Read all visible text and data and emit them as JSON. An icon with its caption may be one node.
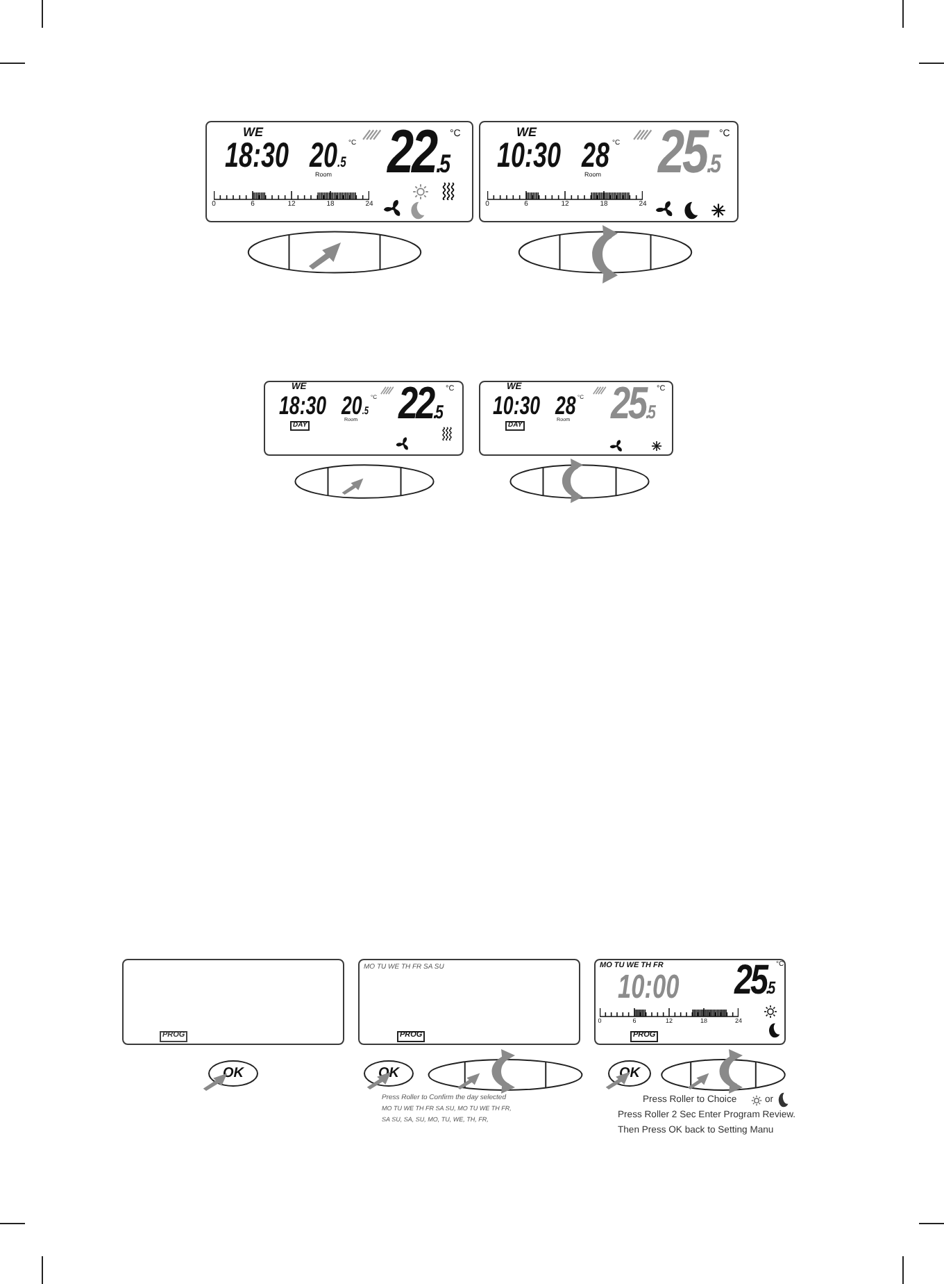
{
  "diagram": {
    "nodes": [
      {
        "text": [
          "WE",
          "18:30",
          "20$_{.5}$",
          "°C",
          "Room",
          "22$_{.5}$",
          "°C",
          "0",
          "6",
          "12",
          "18",
          "24"
        ]
      },
      {
        "text": [
          "WE",
          "10:30",
          "28",
          "°C",
          "Room",
          "25$_{.5}$",
          "°C",
          "0",
          "6",
          "12",
          "18",
          "24"
        ]
      },
      {
        "text": [],
        "shape": "ellipse"
      },
      {
        "text": [],
        "shape": "ellipse"
      },
      {
        "text": [
          "WE",
          "18:30",
          "20$_{.5}$",
          "°C",
          "Room",
          "DAY",
          "22$_{.5}$",
          "°C"
        ]
      },
      {
        "text": [
          "WE",
          "10:30",
          "28",
          "°C",
          "Room",
          "DAY",
          "25$_{.5}$",
          "°C"
        ]
      },
      {
        "text": [],
        "shape": "ellipse"
      },
      {
        "text": [],
        "shape": "ellipse"
      },
      {
        "text": [
          "PROG"
        ]
      },
      {
        "text": [
          "MO TU WE TH FR SA SU",
          "PROG"
        ]
      },
      {
        "text": [
          "MO TU WE TH FR",
          "10:00",
          "25$_{.5}$",
          "°C",
          "0",
          "6",
          "12",
          "18",
          "24",
          "PROG"
        ]
      },
      {
        "text": [
          "OK"
        ]
      },
      {
        "text": [
          "OK"
        ]
      },
      {
        "text": [],
        "shape": "ellipse"
      },
      {
        "text": [
          "OK"
        ]
      },
      {
        "text": [],
        "shape": "ellipse"
      }
    ],
    "labels": [
      "Press Roller to Confirm the day selected",
      "MO TU WE TH FR SA SU, MO TU WE TH FR,",
      "SA SU, SA, SU, MO, TU, WE, TH, FR,",
      "Press Roller to Choice",
      "or",
      "Press Roller 2 Sec Enter Program Review.",
      "Then Press OK back to Setting Manu"
    ]
  }
}
